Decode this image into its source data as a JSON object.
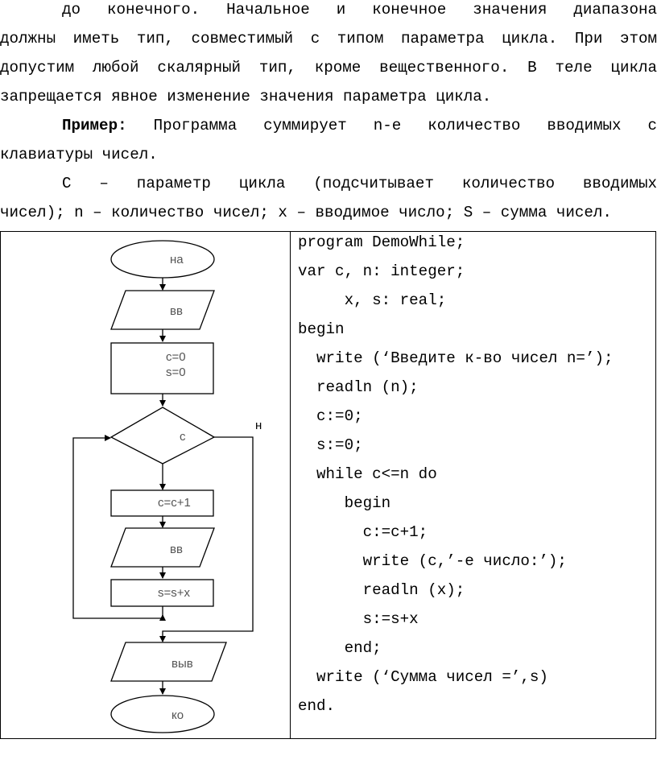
{
  "paragraphs": [
    "до конечного. Начальное и конечное значения диапазона",
    "должны иметь тип, совместимый с типом параметра цикла. При этом",
    "допустим любой скалярный тип, кроме вещественного. В теле цикла",
    "запрещается явное изменение значения параметра цикла."
  ],
  "example": {
    "label": "Пример:",
    "line1": " Программа суммирует n-е количество вводимых с",
    "line2": "клавиатуры чисел."
  },
  "legend": {
    "line1": "С – параметр цикла (подсчитывает количество вводимых",
    "line2": "чисел); n – количество чисел; x – вводимое число; S – сумма чисел."
  },
  "flowchart": {
    "start": "на",
    "input1": "вв",
    "init1": "c=0",
    "init2": "s=0",
    "condition": "c",
    "no_label": "н",
    "increment": "c=c+1",
    "input2": "вв",
    "sum": "s=s+x",
    "output": "выв",
    "end": "ко"
  },
  "code": [
    "program DemoWhile;",
    "var c, n: integer;",
    "     x, s: real;",
    "begin",
    "  write (‘Введите к-во чисел n=’);",
    "  readln (n);",
    "  c:=0;",
    "  s:=0;",
    "  while c<=n do",
    "     begin",
    "       c:=c+1;",
    "       write (c,’-е число:’);",
    "       readln (x);",
    "       s:=s+x",
    "     end;",
    "  write (‘Сумма чисел =’,s)",
    "end."
  ]
}
